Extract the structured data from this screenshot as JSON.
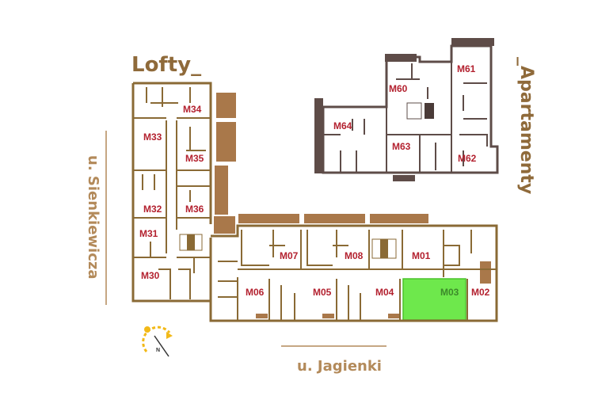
{
  "headings": {
    "lofts": "Lofty_",
    "apartments": "_Apartamenty"
  },
  "streets": {
    "west": "u. Sienkiewicza",
    "south": "u. Jagienki"
  },
  "compass": {
    "north_label": "N"
  },
  "colors": {
    "lofts_wall": "#8a6a35",
    "apartments_wall": "#5e4c48",
    "room_label": "#b3212f",
    "highlight": "#6ee84c",
    "balcony": "#a9784a"
  },
  "lofts_rooms": [
    "M34",
    "M33",
    "M35",
    "M32",
    "M36",
    "M31",
    "M30"
  ],
  "ground_rooms": [
    "M07",
    "M08",
    "M01",
    "M06",
    "M05",
    "M04",
    "M03",
    "M02"
  ],
  "apartment_rooms": [
    "M60",
    "M61",
    "M64",
    "M63",
    "M62"
  ],
  "selected_room": "M03"
}
